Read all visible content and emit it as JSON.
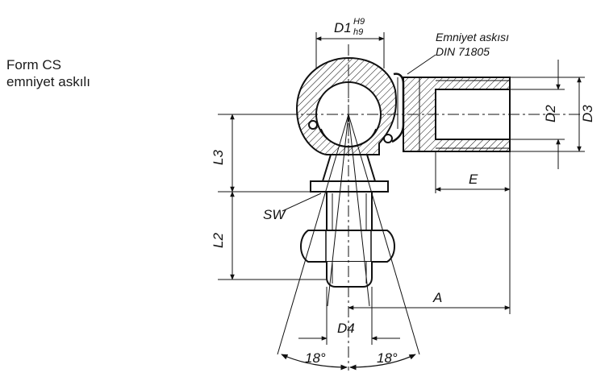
{
  "caption": {
    "line1": "Form CS",
    "line2": "emniyet askılı"
  },
  "callout": {
    "line1": "Emniyet askısı",
    "line2": "DIN 71805"
  },
  "dimensions": {
    "d1": "D1",
    "d1_upper": "H9",
    "d1_lower": "h9",
    "d2": "D2",
    "d3": "D3",
    "d4": "D4",
    "e": "E",
    "a": "A",
    "l2": "L2",
    "l3": "L3",
    "sw": "SW",
    "angle_left": "18°",
    "angle_right": "18°"
  }
}
